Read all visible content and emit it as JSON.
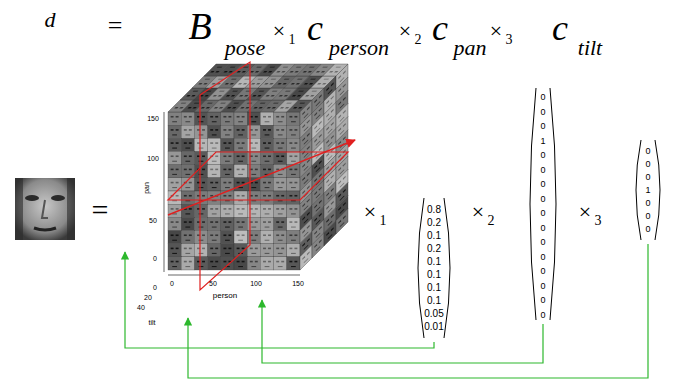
{
  "diagram": {
    "labels": [
      "d",
      "=",
      "B",
      "pose",
      "×",
      "1",
      "c",
      "person",
      "×",
      "2",
      "c",
      "pan",
      "×",
      "3",
      "c",
      "tilt",
      "=",
      "150",
      "100",
      "pan",
      "50",
      "0",
      "0",
      "50",
      "100",
      "150",
      "person",
      "0",
      "20",
      "40",
      "tilt",
      "×",
      "1",
      "×",
      "2",
      "×",
      "3",
      "0.8",
      "0.2",
      "0.1",
      "0.2",
      "0.1",
      "0.1",
      "0.1",
      "0.1",
      "0.05",
      "0.01",
      "0",
      "0",
      "0",
      "1",
      "0",
      "0",
      "0",
      "0",
      "0",
      "0",
      "0",
      "0",
      "0",
      "0",
      "0",
      "0",
      "0",
      "0",
      "0",
      "1",
      "0",
      "0",
      "0"
    ]
  }
}
